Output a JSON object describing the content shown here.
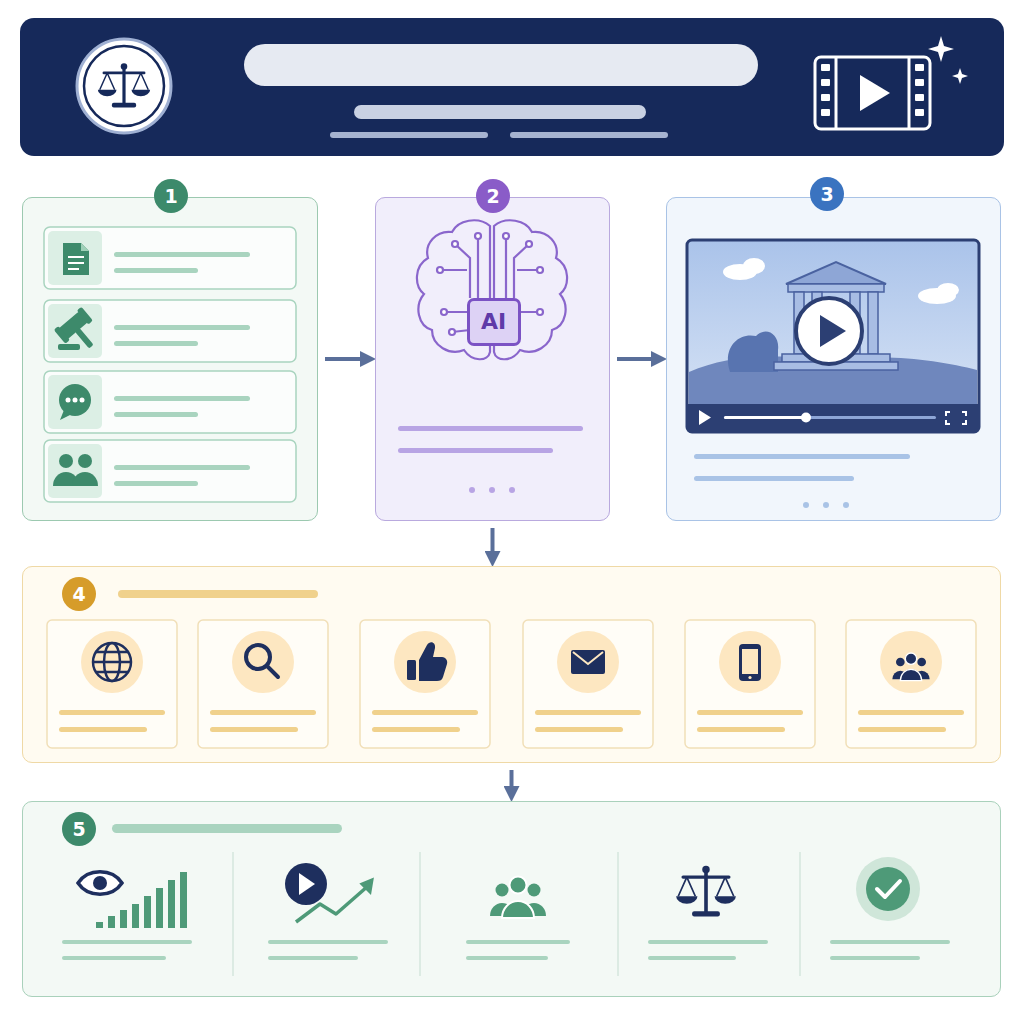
{
  "diagram": {
    "nodes": [
      {
        "text": [
          "1"
        ]
      },
      {
        "text": [
          "2"
        ]
      },
      {
        "text": [
          "AI"
        ],
        "in": 1
      },
      {
        "text": [
          "3"
        ]
      },
      {
        "text": [
          "4"
        ]
      },
      {
        "text": [
          "5"
        ]
      }
    ],
    "edges": [
      {
        "from": 0,
        "to": 1,
        "arrow": "to"
      },
      {
        "from": 1,
        "to": 3,
        "arrow": "to"
      },
      {
        "from": 1,
        "to": 4,
        "arrow": "to"
      },
      {
        "from": 4,
        "to": 5,
        "arrow": "to"
      }
    ]
  }
}
